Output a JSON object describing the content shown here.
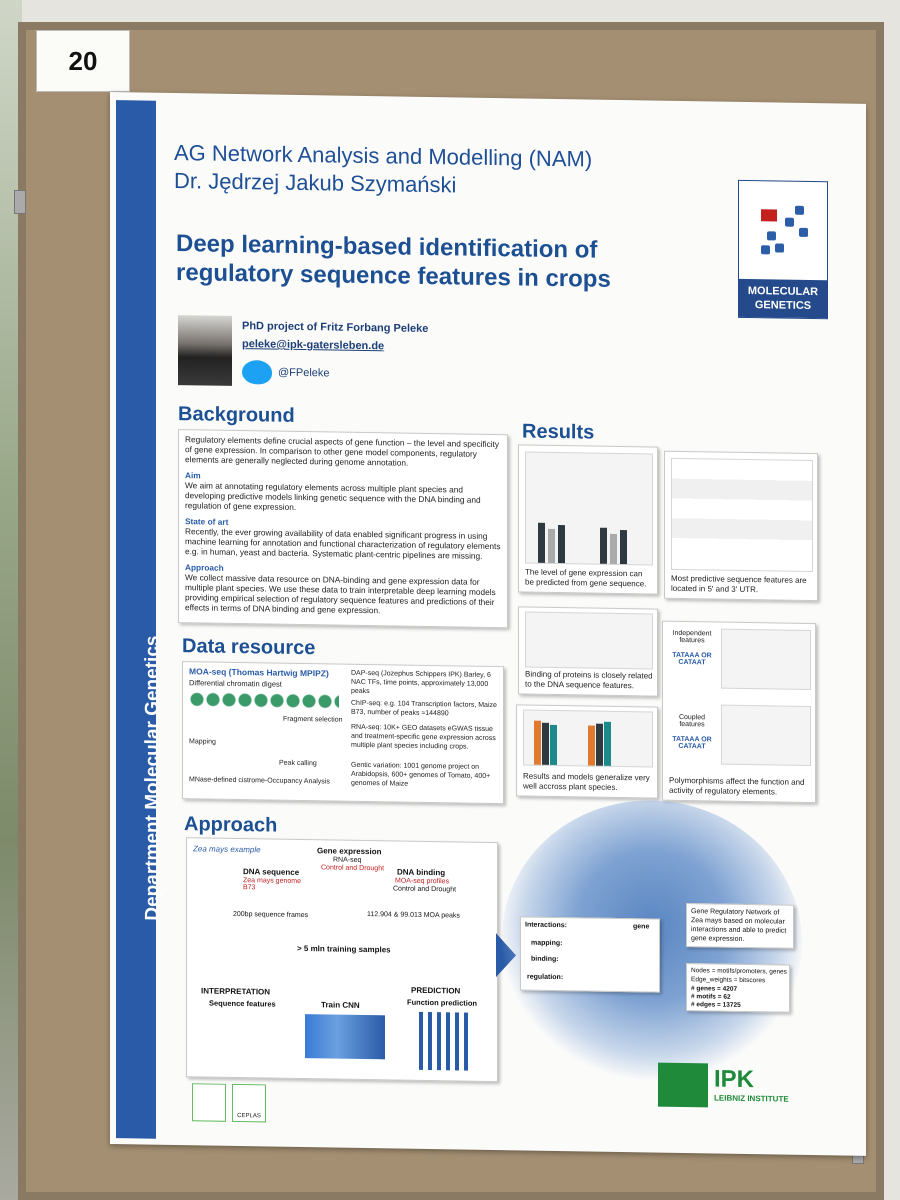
{
  "board": {
    "number": "20"
  },
  "poster": {
    "department": "Department Molecular Genetics",
    "group_line1": "AG Network Analysis and Modelling (NAM)",
    "group_line2": "Dr. Jędrzej Jakub Szymański",
    "title": "Deep learning-based identification of regulatory sequence features in crops",
    "logo_text": "MOLECULAR GENETICS",
    "author": {
      "project": "PhD project of Fritz Forbang Peleke",
      "email": "peleke@ipk-gatersleben.de",
      "twitter": "@FPeleke"
    },
    "background": {
      "heading": "Background",
      "intro": "Regulatory elements define crucial aspects of gene function – the level and specificity of gene expression. In comparison to other gene model components, regulatory elements are generally neglected during genome annotation.",
      "aim_heading": "Aim",
      "aim_text": "We aim at annotating regulatory elements across multiple plant species and developing predictive models linking genetic sequence with the DNA binding and regulation of gene expression.",
      "state_heading": "State of art",
      "state_text": "Recently, the ever growing availability of data enabled significant progress in using machine learning for annotation and functional characterization of regulatory elements e.g. in human, yeast and bacteria. Systematic plant-centric pipelines are missing.",
      "approach_heading": "Approach",
      "approach_text": "We collect massive data resource on DNA-binding and gene expression data for multiple plant species. We use these data to train interpretable deep learning models providing empirical selection of regulatory sequence features and predictions of their effects in terms of DNA binding and gene expression."
    },
    "data_resource": {
      "heading": "Data resource",
      "moa_title": "MOA-seq (Thomas Hartwig MPIPZ)",
      "moa_sub": "Differential chromatin digest",
      "frag": "Fragment selection",
      "mapping": "Mapping",
      "peak": "Peak calling",
      "moa_foot": "MNase-defined cistrome-Occupancy Analysis",
      "dap": "DAP-seq (Jozephus Schippers IPK) Barley, 6 NAC TFs, time points, approximately 13,000 peaks",
      "chip": "ChIP-seq: e.g. 104 Transcription factors, Maize B73, number of peaks ≈144890",
      "rna": "RNA-seq: 10K+ GEO datasets eGWAS tissue and treatment-specific gene expression across multiple plant species including crops.",
      "gv": "Gentic variation: 1001 genome project on Arabidopsis, 600+ genomes of Tomato, 400+ genomes of Maize"
    },
    "results": {
      "heading": "Results",
      "cap1": "The level of gene expression can be predicted from gene sequence.",
      "cap2": "Most predictive sequence features are located in 5' and 3' UTR.",
      "cap3": "Binding of proteins is closely related to the DNA sequence features.",
      "cap4": "Results and models generalize very well accross plant species.",
      "cap5": "Polymorphisms affect the function and activity of regulatory elements.",
      "indep": "Independent features",
      "coupled": "Coupled features",
      "motif": "TATAAA OR CATAAT"
    },
    "approach": {
      "heading": "Approach",
      "example": "Zea mays example",
      "gene_expr": "Gene expression",
      "rna": "RNA-seq",
      "cond": "Control and Drought",
      "dna_seq": "DNA sequence",
      "genome": "Zea mays genome B73",
      "frames": "200bp sequence frames",
      "dna_bind": "DNA binding",
      "moa": "MOA-seq profiles",
      "peaks": "112.904 & 99.013 MOA peaks",
      "train": "> 5 mln training samples",
      "interp": "INTERPRETATION",
      "seqfeat": "Sequence features",
      "cnn": "Train CNN",
      "pred": "PREDICTION",
      "funcpred": "Function prediction"
    },
    "network": {
      "legend_interactions": "Interactions:",
      "legend_mapping": "mapping:",
      "legend_binding": "binding:",
      "legend_regulation": "regulation:",
      "legend_gene": "gene",
      "grn": "Gene Regulatory Network of Zea mays based on molecular interactions and able to predict gene expression.",
      "nodes": "Nodes = motifs/promoters, genes",
      "edges_w": "Edge_weights = bitscores",
      "genes": "# genes = 4207",
      "motifs": "# motifs = 62",
      "edges": "# edges = 13725"
    },
    "ipk": {
      "name": "IPK",
      "sub": "LEIBNIZ INSTITUTE"
    },
    "ceplas": "CEPLAS"
  }
}
